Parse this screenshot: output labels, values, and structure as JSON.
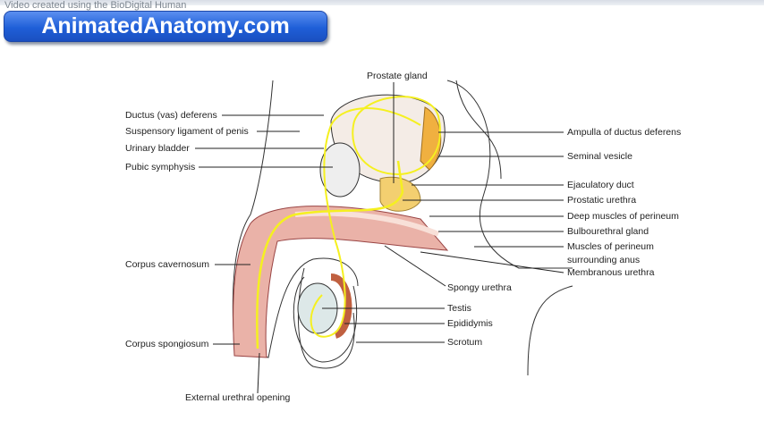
{
  "header": {
    "credit": "Video created using the BioDigital Human",
    "logo": "AnimatedAnatomy.com"
  },
  "labels": {
    "prostate_gland": "Prostate gland",
    "ductus_deferens": "Ductus (vas) deferens",
    "suspensory_ligament": "Suspensory ligament of penis",
    "urinary_bladder": "Urinary bladder",
    "pubic_symphysis": "Pubic symphysis",
    "corpus_cavernosum": "Corpus cavernosum",
    "corpus_spongiosum": "Corpus spongiosum",
    "external_urethral_opening": "External urethral opening",
    "ampulla": "Ampulla of ductus deferens",
    "seminal_vesicle": "Seminal vesicle",
    "ejaculatory_duct": "Ejaculatory duct",
    "prostatic_urethra": "Prostatic urethra",
    "deep_muscles": "Deep muscles of perineum",
    "bulbourethral_gland": "Bulbourethral gland",
    "muscles_anus_1": "Muscles of perineum",
    "muscles_anus_2": "surrounding anus",
    "membranous_urethra": "Membranous urethra",
    "spongy_urethra": "Spongy urethra",
    "testis": "Testis",
    "epididymis": "Epididymis",
    "scrotum": "Scrotum"
  },
  "colors": {
    "logo": "#1f5fd8",
    "tissue": "#e8a8a0",
    "gland": "#f0c060",
    "highlight": "#f5f020"
  }
}
